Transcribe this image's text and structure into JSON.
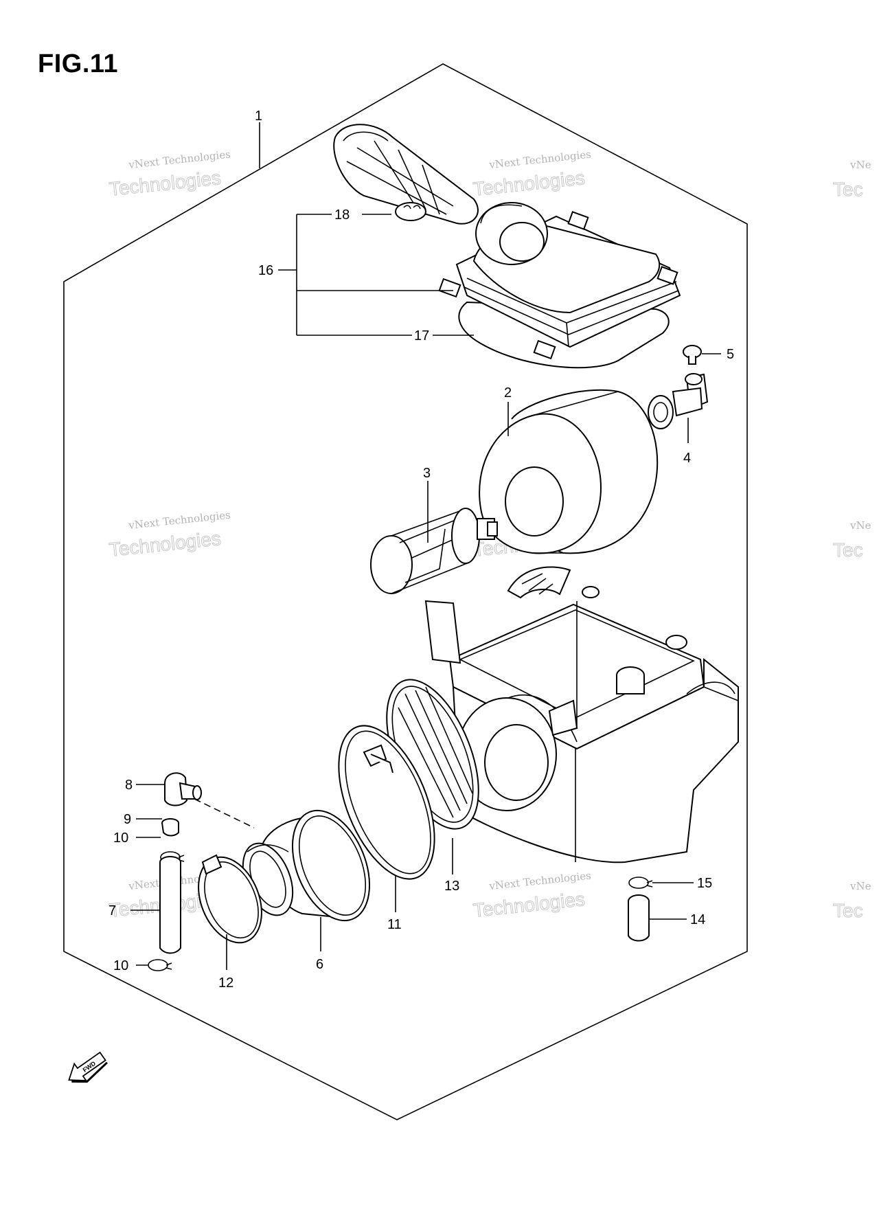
{
  "figure": {
    "title": "FIG.11"
  },
  "watermark": {
    "line1": "vNext Technologies",
    "line2": "Technologies",
    "line1_cut": "vNe",
    "line2_cut": "Tec"
  },
  "fwd_label": "FWD",
  "callouts": {
    "c1": "1",
    "c2": "2",
    "c3": "3",
    "c4": "4",
    "c5": "5",
    "c6": "6",
    "c7": "7",
    "c8": "8",
    "c9": "9",
    "c10a": "10",
    "c10b": "10",
    "c11": "11",
    "c12": "12",
    "c13": "13",
    "c14": "14",
    "c15": "15",
    "c16": "16",
    "c17": "17",
    "c18": "18"
  }
}
